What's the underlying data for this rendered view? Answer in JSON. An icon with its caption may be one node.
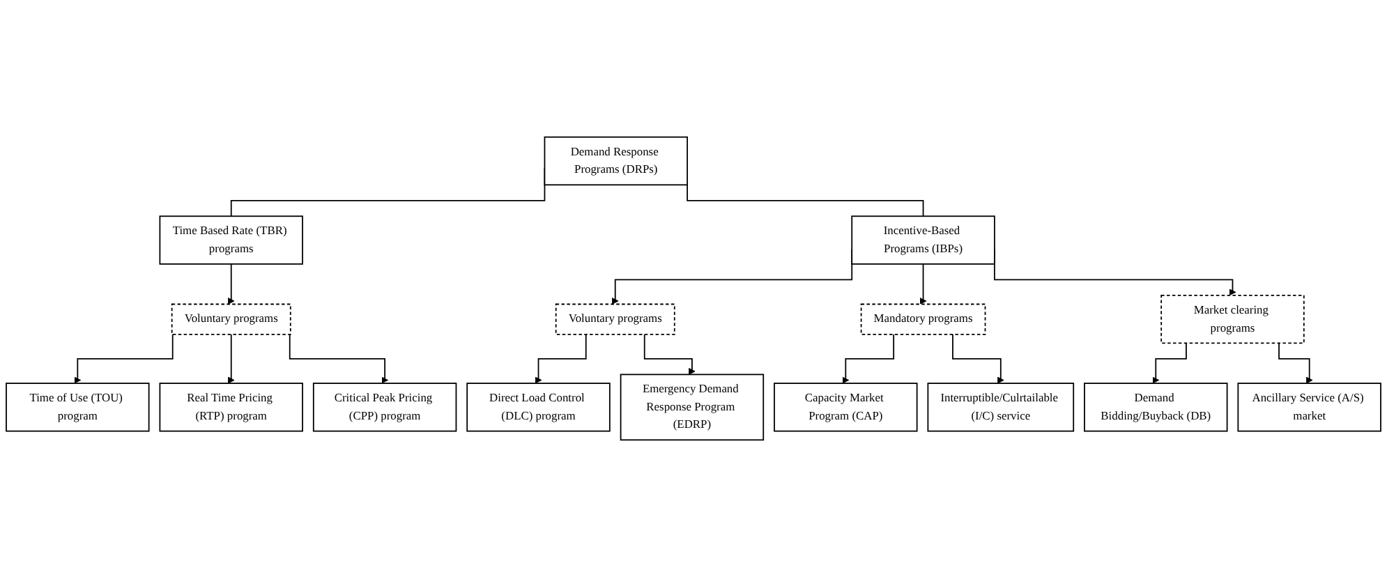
{
  "diagram": {
    "nodes": [
      {
        "text": [
          "Demand Response Programs (DRPs)"
        ]
      },
      {
        "text": [
          "Time Based Rate (TBR) programs"
        ]
      },
      {
        "text": [
          "Incentive-Based Programs (IBPs)"
        ]
      },
      {
        "text": [
          "Voluntary programs"
        ]
      },
      {
        "text": [
          "Time of Use (TOU) program"
        ]
      },
      {
        "text": [
          "Real Time Pricing (RTP) program"
        ]
      },
      {
        "text": [
          "Critical Peak Pricing (CPP) program"
        ]
      },
      {
        "text": [
          "Voluntary programs"
        ]
      },
      {
        "text": [
          "Direct Load Control (DLC) program"
        ]
      },
      {
        "text": [
          "Emergency Demand Response Program (EDRP)"
        ]
      },
      {
        "text": [
          "Mandatory programs"
        ]
      },
      {
        "text": [
          "Capacity Market Program (CAP)"
        ]
      },
      {
        "text": [
          "Interruptible/Culrtailable (I/C) service"
        ]
      },
      {
        "text": [
          "Market clearing programs"
        ]
      },
      {
        "text": [
          "Demand Bidding/Buyback (DB)"
        ]
      },
      {
        "text": [
          "Ancillary Service (A/S) market"
        ]
      }
    ],
    "edges": [
      {
        "from": 0,
        "to": 1,
        "arrow": "none"
      },
      {
        "from": 0,
        "to": 2,
        "arrow": "none"
      },
      {
        "from": 1,
        "to": 3,
        "arrow": "to"
      },
      {
        "from": 2,
        "to": 7,
        "arrow": "to"
      },
      {
        "from": 2,
        "to": 10,
        "arrow": "to"
      },
      {
        "from": 2,
        "to": 13,
        "arrow": "to"
      },
      {
        "from": 3,
        "to": 4,
        "arrow": "to"
      },
      {
        "from": 3,
        "to": 5,
        "arrow": "to"
      },
      {
        "from": 3,
        "to": 6,
        "arrow": "to"
      },
      {
        "from": 7,
        "to": 8,
        "arrow": "to"
      },
      {
        "from": 7,
        "to": 9,
        "arrow": "to"
      },
      {
        "from": 10,
        "to": 11,
        "arrow": "to"
      },
      {
        "from": 10,
        "to": 12,
        "arrow": "to"
      },
      {
        "from": 13,
        "to": 14,
        "arrow": "to"
      },
      {
        "from": 13,
        "to": 15,
        "arrow": "to"
      }
    ]
  }
}
